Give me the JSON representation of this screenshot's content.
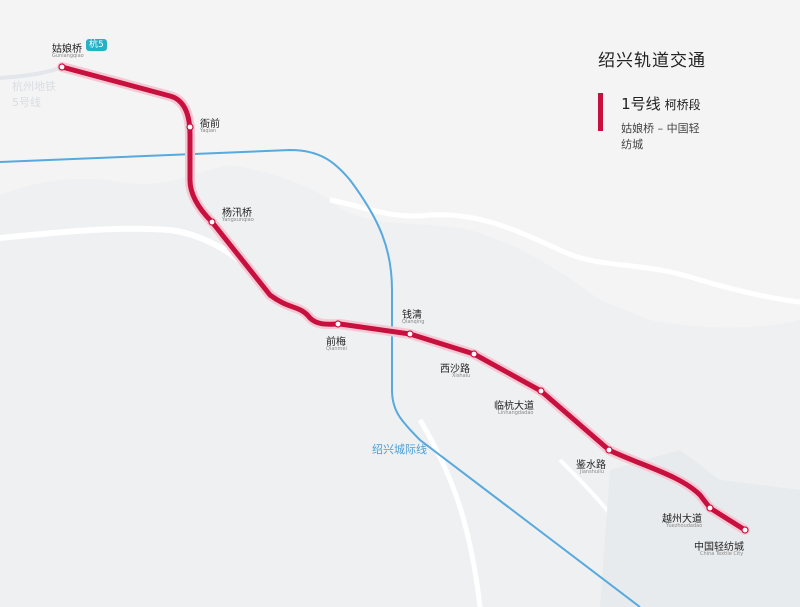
{
  "legend": {
    "title": "绍兴轨道交通",
    "line_name": "1号线",
    "segment": "柯桥段",
    "range": "姑娘桥 – 中国轻纺城",
    "line_color": "#c8103f"
  },
  "other_lines": {
    "hangzhou_metro_label_1": "杭州地铁",
    "hangzhou_metro_label_2": "5号线",
    "intercity_label": "绍兴城际线",
    "intercity_color": "#4aa0d8",
    "transfer_badge": "杭5",
    "transfer_badge_color": "#27b0c6"
  },
  "stations": [
    {
      "cn": "姑娘桥",
      "en": "Guniangqiao"
    },
    {
      "cn": "衙前",
      "en": "Yaqian"
    },
    {
      "cn": "杨汛桥",
      "en": "Yangxunqiao"
    },
    {
      "cn": "前梅",
      "en": "Qianmei"
    },
    {
      "cn": "钱清",
      "en": "Qianqing"
    },
    {
      "cn": "西沙路",
      "en": "Xishalu"
    },
    {
      "cn": "临杭大道",
      "en": "Linhangdadao"
    },
    {
      "cn": "鉴水路",
      "en": "Jianshuilu"
    },
    {
      "cn": "越州大道",
      "en": "Yuezhoudadao"
    },
    {
      "cn": "中国轻纺城",
      "en": "China Textile City"
    }
  ]
}
